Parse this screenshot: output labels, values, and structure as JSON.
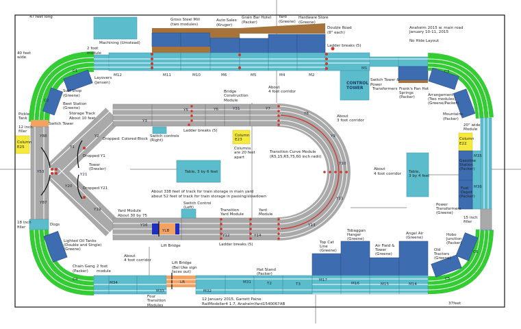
{
  "title": {
    "line1": "Anaheim 2015 w. main road",
    "line2": "January 10-11, 2015",
    "line3": "No Hide Layout"
  },
  "dims": {
    "length": "47 feet long",
    "width1": "40 feet",
    "width2": "wide",
    "bottom": "37feet"
  },
  "credit": {
    "line1": "12 January 2015, Garrett Paine",
    "line2": "RailModeller4 1.7, AnaheimYard1540067AB"
  },
  "colors": {
    "module": "#5bbccc",
    "building": "#3d6db0",
    "track_bed": "#a9a9a9",
    "curve": "#33cc33",
    "column": "#f5e93b",
    "lift_bridge": "#f4a261",
    "ladder_break": "#d0352a"
  },
  "labels": {
    "machining": "Machining (Umstead)",
    "two_foot_top": [
      "2 foot",
      "module"
    ],
    "steel_mill": [
      "Gross Steel Mill",
      "(two modules)"
    ],
    "auto_sales": [
      "Auto Sales",
      "(Kruger)"
    ],
    "grain": [
      "Grain Bar Hotel",
      "(Packer)"
    ],
    "yard_greene": [
      "Yard",
      "(Greene)"
    ],
    "hardware": [
      "Hardware Store",
      "(Greene)"
    ],
    "double_road": [
      "Double Road",
      "(8\" each)"
    ],
    "ladder_top": "Ladder breaks (5)",
    "layovers": [
      "Layovers",
      "(Jensen)"
    ],
    "surf_shop": [
      "Surf Shop",
      "(Greene)"
    ],
    "beet_station": [
      "Beet Station",
      "(Greene)"
    ],
    "control_tower": [
      "CONTROL",
      "TOWER"
    ],
    "switch_tower_power": [
      "Switch Tower &",
      "Power",
      "Transformers"
    ],
    "hot_springs": [
      "Frank's Pan Hot",
      "Springs",
      "(Packer)"
    ],
    "arrangement": [
      "Arrangement",
      "(Two modules)",
      "(Greene/Packer)"
    ],
    "mountains": [
      "Mountains",
      "(Packer)"
    ],
    "wide_module": [
      "20\" wide",
      "Module"
    ],
    "column_e22": [
      "Column",
      "E22"
    ],
    "gas_station": [
      "Gasoline",
      "Station",
      "(Packer)"
    ],
    "fuel_depot": [
      "Fuel",
      "Depot",
      "(Packer)"
    ],
    "power_transformers": [
      "Power",
      "Transformers",
      "(Greene)"
    ],
    "filler_15": [
      "15 inch",
      "filler"
    ],
    "hobo": [
      "Hobo",
      "Junction",
      "(Packer)"
    ],
    "old_tractors": [
      "Old",
      "Tractors",
      "(Greene)"
    ],
    "pickle_tank": [
      "Pickle",
      "Tank"
    ],
    "filler_12": [
      "12 inch",
      "filler"
    ],
    "column_e25": [
      "Column",
      "E25"
    ],
    "switch_tower": "Switch Tower",
    "storage_track": [
      "Storage Track",
      "About 10 feet"
    ],
    "dropped_block": "Dropped: Colored Block",
    "dropped_y1": "Dropped Y1",
    "tower_drexler": [
      "Tower",
      "(Drexler)"
    ],
    "dropped_y21": "Dropped Y21",
    "yard_module_size": [
      "Yard Module",
      "About 30 by 75"
    ],
    "filler_18": [
      "18 inch",
      "filler"
    ],
    "dogs": "Dogs",
    "oil_tanks": [
      "Lighted Oil Tanks",
      "(Double and Single)",
      "(Greene)"
    ],
    "chain_gang": [
      "Chain Gang",
      "(Packer)"
    ],
    "two_foot_bottom": [
      "2 foot",
      "module"
    ],
    "corridor_4_bl": [
      "About",
      "4 foot corridor"
    ],
    "lift_bridge_bottom": [
      "Lift Bridge",
      "(Bel Uke sign",
      "faces out)"
    ],
    "four_transition": [
      "Four",
      "Transition",
      "Modules"
    ],
    "hat_stand": [
      "Hat Stand",
      "(Packer)"
    ],
    "top_cat": [
      "Top Cat",
      "Line",
      "(Greene)"
    ],
    "hanger": [
      "Tobaggan",
      "Hanger",
      "(Greene)"
    ],
    "air_field": [
      "Air Field &",
      "Tower",
      "(Greene)"
    ],
    "angel_air": [
      "Angel Air",
      "(Greene)"
    ],
    "bridge_construction": [
      "Bridge",
      "Construction",
      "Module"
    ],
    "corridor_4_top": [
      "About",
      "4 foot corridor"
    ],
    "corridor_3": [
      "About",
      "3 foot corridor"
    ],
    "ladder_mid": "Ladder breaks (5)",
    "switch_controls_right": [
      "Switch controls",
      "(Right)"
    ],
    "column_e23": [
      "Column",
      "E23"
    ],
    "columns_apart": [
      "Columns",
      "are 20 feet",
      "apart"
    ],
    "transition_curve": [
      "Transition Curve Module",
      "(R5,15,R5,75,60 inch radii)"
    ],
    "table_36": "Table, 3 by 6 feet",
    "corridor_4_right": [
      "About",
      "4 foot corridor"
    ],
    "table_34": [
      "Table,",
      "3 by 4 feet"
    ],
    "storage_note": [
      "About 338 feet of track for train storage in main yard",
      "about 52 feet of track for train storage in passing/slowdown"
    ],
    "switch_control_left": [
      "Switch Control",
      "(Left)"
    ],
    "transition_yard": [
      "Transition",
      "Yard Module"
    ],
    "yard_module": [
      "Yard",
      "Module"
    ],
    "ladder_bottom": "Ladder breaks (5)",
    "lift_bridge": "Lift Bridge"
  },
  "modules": {
    "top": [
      "M12",
      "M11",
      "M10",
      "M6",
      "M5",
      "M4",
      "M2",
      "M1"
    ],
    "bottom": [
      "M34",
      "M33",
      "LB",
      "M32",
      "M31",
      "T2",
      "T3",
      "M17",
      "M16",
      "M15",
      "M14"
    ],
    "right": [
      "M35",
      "M36"
    ],
    "curves": [
      "C1",
      "C2",
      "C3",
      "C4",
      "C5",
      "C6"
    ],
    "yard": [
      "Y1",
      "Y2",
      "Y3",
      "Y5",
      "Y6",
      "Y31",
      "Y7",
      "Y8",
      "Y9",
      "Y10",
      "Y11",
      "Y13",
      "Y14",
      "Y12",
      "Y16",
      "YLB",
      "Y19",
      "Y20",
      "Y21",
      "Y53",
      "Y87",
      "Y88"
    ]
  }
}
